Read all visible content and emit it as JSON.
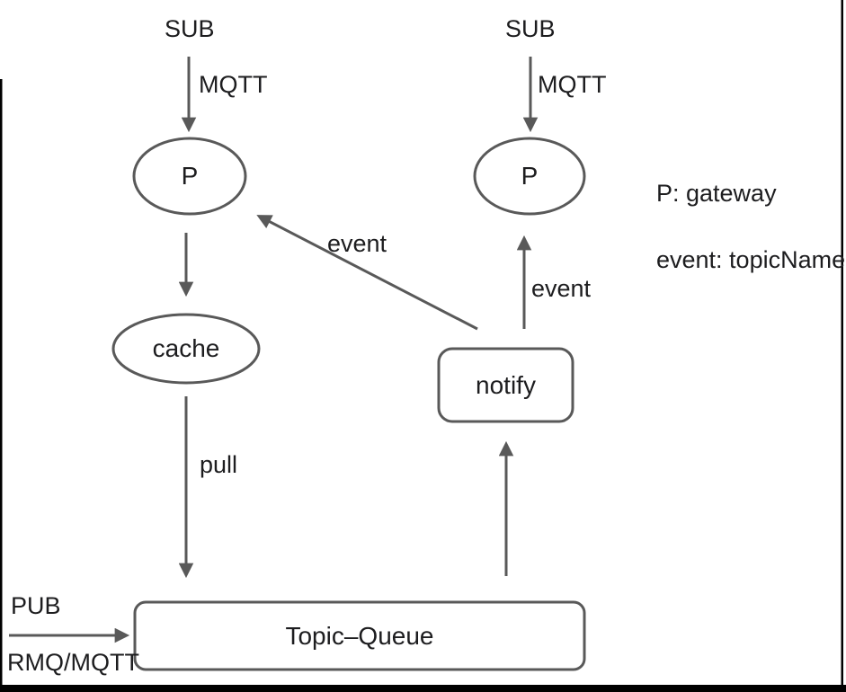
{
  "diagram": {
    "nodes": {
      "p_left": "P",
      "p_right": "P",
      "cache": "cache",
      "notify": "notify",
      "topic_queue": "Topic–Queue"
    },
    "labels": {
      "sub_left": "SUB",
      "sub_right": "SUB",
      "mqtt_left": "MQTT",
      "mqtt_right": "MQTT",
      "event_to_left_gateway": "event",
      "event_to_right_gateway": "event",
      "pull": "pull",
      "pub": "PUB",
      "rmq_mqtt": "RMQ/MQTT"
    },
    "legend": {
      "p_definition": "P: gateway",
      "event_definition": "event: topicName"
    },
    "colors": {
      "stroke": "#595959",
      "text": "#1d1d1f",
      "frame": "#000000",
      "background": "#ffffff"
    }
  }
}
